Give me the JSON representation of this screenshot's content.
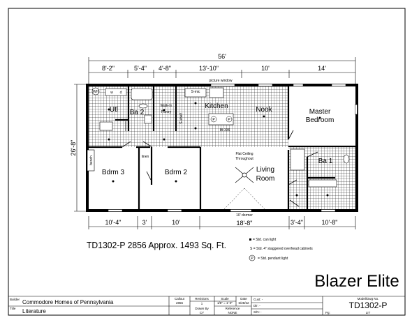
{
  "overall_dims": {
    "width": "56'",
    "depth": "26'-8\""
  },
  "top_dims": [
    "8'-2\"",
    "5'-4\"",
    "4'-8\"",
    "13'-10\"",
    "10'",
    "14'"
  ],
  "bottom_dims": [
    "10'-4\"",
    "3'",
    "10'",
    "18'-8\"",
    "3'-4\"",
    "10'-8\""
  ],
  "notes": {
    "picture_window": "picture window",
    "dormer": "10' dormer",
    "flat_ceiling_1": "Flat Ceiling",
    "flat_ceiling_2": "Throughout",
    "island": "IB-336",
    "smic": "S-mic",
    "shelf": "S-shelf",
    "wh": "WH",
    "washer": "w",
    "dryer": "d",
    "linen": "linen",
    "bench": "bench",
    "pendant": "P"
  },
  "rooms": {
    "util": "Utl",
    "ba2": "Ba 2",
    "pantry_1": "Walk-In",
    "pantry_2": "Pantry",
    "kitchen": "Kitchen",
    "nook": "Nook",
    "master_1": "Master",
    "master_2": "Bedroom",
    "bdrm3": "Bdrm 3",
    "bdrm2": "Bdrm 2",
    "living_1": "Living",
    "living_2": "Room",
    "ba1": "Ba 1"
  },
  "summary": "TD1302-P 2856  Approx. 1493 Sq. Ft.",
  "legend": {
    "can_light": "= Std. can light",
    "cabinets": "S = Std. 4\" staggered overhead cabinets",
    "pendant_symbol": "P",
    "pendant": "= Std. pendant light"
  },
  "model_name": "Blazer Elite",
  "title_block": {
    "builder_label": "Builder",
    "builder": "Commodore Homes of Pennsylvania",
    "title_label": "Title",
    "title": "Literature",
    "callout_label": "Callout",
    "callout": "2856",
    "revisions_label": "Revisions",
    "revisions": "1",
    "scale_label": "Scale",
    "scale": "1/8\" = 1'-0\"",
    "date_label": "Date",
    "date": "6/28/22",
    "drawn_label": "Drawn By",
    "drawn": "CY",
    "reference_label": "Reference",
    "reference": "NONE",
    "cust": "Cust: -",
    "dlr": "Dlr: -",
    "sn": "S/N: -",
    "model_label": "Model/Dwg No.",
    "model": "TD1302-P",
    "pg_label": "Pg:",
    "pg": "LIT"
  }
}
